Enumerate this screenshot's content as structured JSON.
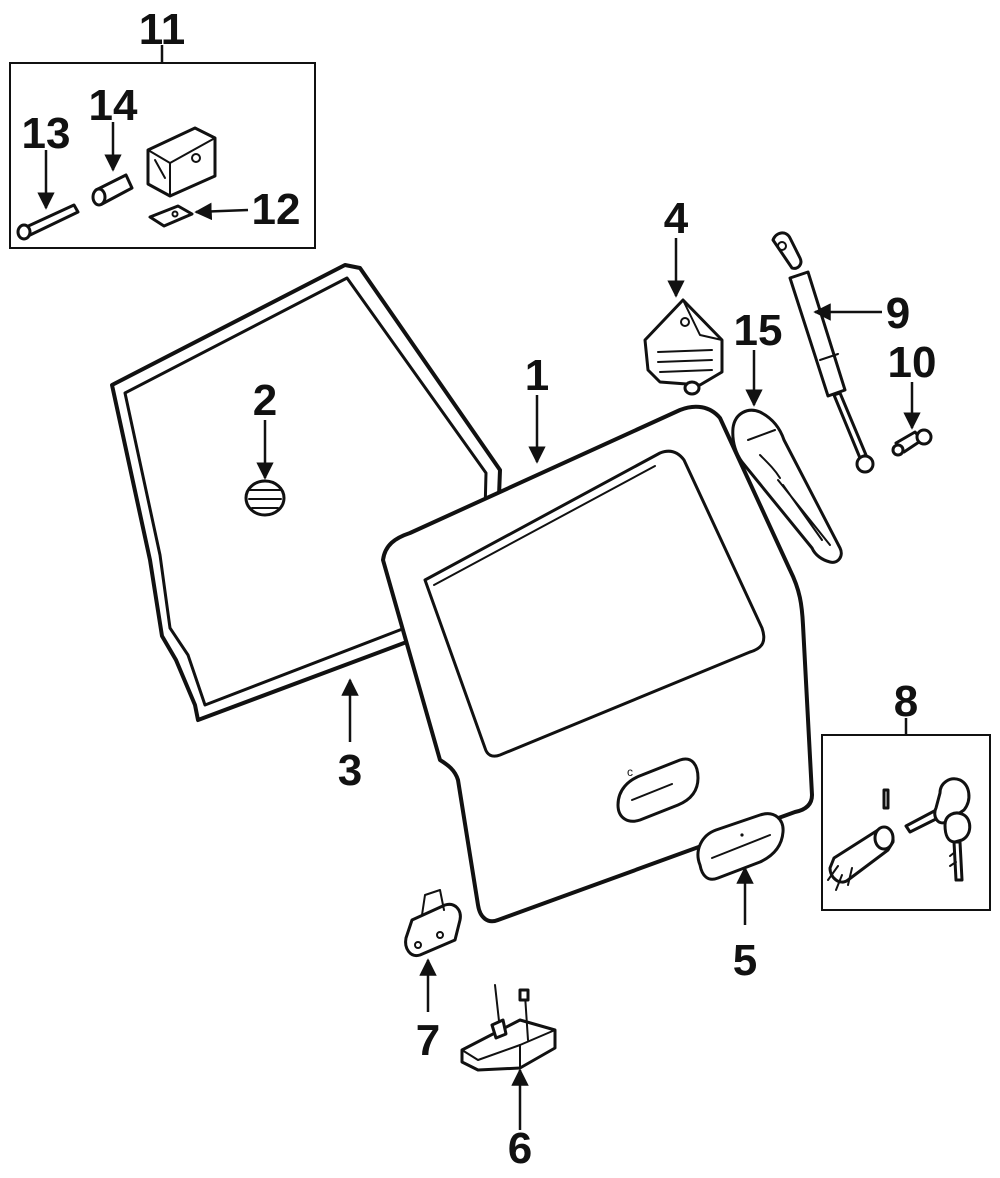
{
  "callouts": {
    "c1": "1",
    "c2": "2",
    "c3": "3",
    "c4": "4",
    "c5": "5",
    "c6": "6",
    "c7": "7",
    "c8": "8",
    "c9": "9",
    "c10": "10",
    "c11": "11",
    "c12": "12",
    "c13": "13",
    "c14": "14",
    "c15": "15"
  },
  "colors": {
    "line": "#111111",
    "background": "#ffffff"
  }
}
